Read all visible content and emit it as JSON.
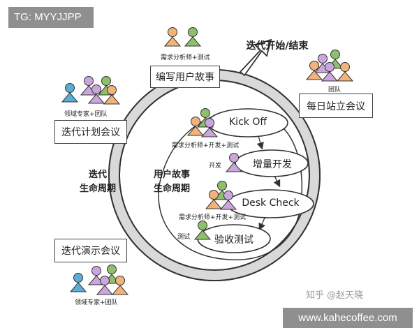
{
  "badges": {
    "tg": "TG: MYYJJPP",
    "site": "www.kahecoffee.com"
  },
  "watermark": "知乎 @赵天晓",
  "cycle": {
    "start_end_label": "迭代开始/结束",
    "outer_label": [
      "迭代",
      "生命周期"
    ],
    "inner_label": [
      "用户故事",
      "生命周期"
    ]
  },
  "outer_steps": {
    "story_writing": {
      "label": "编写用户故事",
      "roles": "需求分析师+测试"
    },
    "iteration_planning": {
      "label": "迭代计划会议",
      "roles": "领域专家+团队"
    },
    "daily_standup": {
      "label": "每日站立会议",
      "roles": "团队"
    },
    "iteration_demo": {
      "label": "迭代演示会议",
      "roles": "领域专家+团队"
    }
  },
  "story_steps": {
    "kickoff": {
      "label": "Kick Off",
      "roles": "需求分析师+开发+测试"
    },
    "development": {
      "label": "增量开发",
      "roles": "开发"
    },
    "desk_check": {
      "label": "Desk Check",
      "roles": "需求分析师+开发+测试"
    },
    "acceptance_test": {
      "label": "验收测试",
      "roles": "测试"
    }
  },
  "colors": {
    "person_blue": "#5aaed6",
    "person_purple": "#c9a6dc",
    "person_green": "#8fbf6a",
    "person_orange": "#f2b27a",
    "ring_fill": "#d9d9d9",
    "line": "#333333"
  }
}
